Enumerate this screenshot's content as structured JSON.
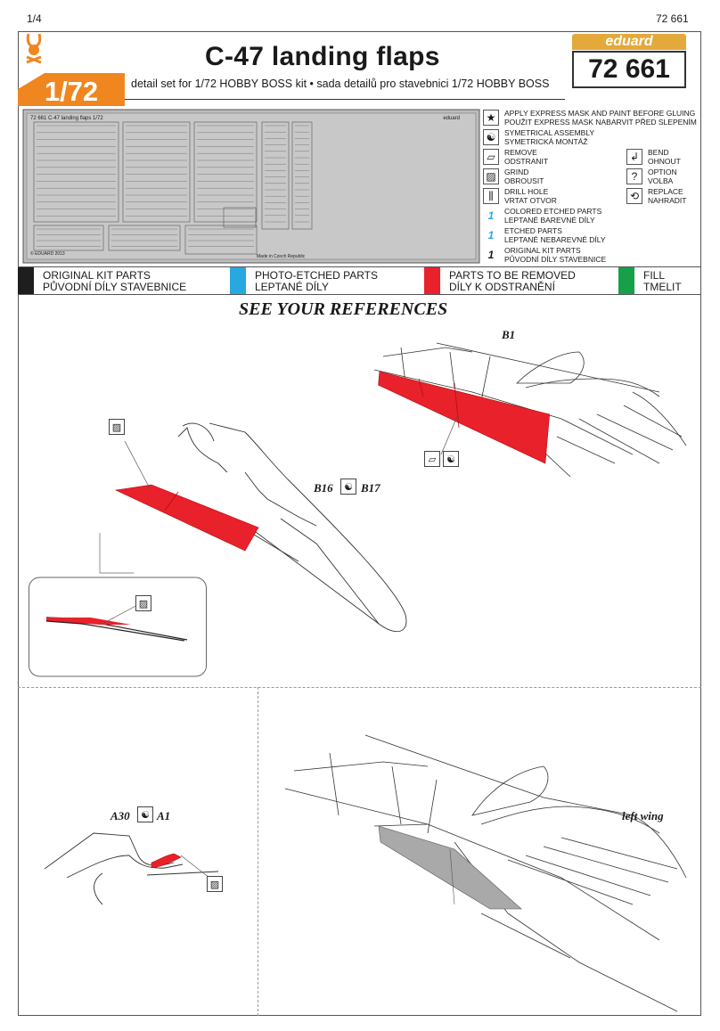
{
  "header": {
    "page": "1/4",
    "kit_number_top": "72 661",
    "title": "C-47 landing flaps",
    "scale": "1/72",
    "subtitle": "detail set for 1/72 HOBBY BOSS kit • sada detailů pro stavebnici 1/72 HOBBY BOSS",
    "brand": "eduard",
    "kit_number": "72 661"
  },
  "fret": {
    "label_left": "72 661  C-47 landing flaps  1/72",
    "label_right": "eduard",
    "copyright": "© EDUARD 2013",
    "note": "Made in Czech Republic"
  },
  "legend": {
    "items": [
      {
        "icon": "star-icon",
        "glyph": "★",
        "text": "APPLY EXPRESS MASK AND PAINT BEFORE GLUING\nPOUŽIT EXPRESS MASK NABARVIT PŘED SLEPENÍM"
      },
      {
        "icon": "yin-yang-icon",
        "glyph": "☯",
        "text": "SYMETRICAL ASSEMBLY\nSYMETRICKÁ MONTÁŽ"
      },
      {
        "icon": "remove-icon",
        "glyph": "▱",
        "text": "REMOVE\nODSTRANIT"
      },
      {
        "icon": "grind-icon",
        "glyph": "▨",
        "text": "GRIND\nOBROUSIT"
      },
      {
        "icon": "drill-icon",
        "glyph": "⫼",
        "text": "DRILL HOLE\nVRTAT OTVOR"
      },
      {
        "icon": "colored-etched-icon",
        "glyph": "1",
        "text": "COLORED ETCHED PARTS\nLEPTANÉ BAREVNÉ DÍLY"
      },
      {
        "icon": "etched-icon",
        "glyph": "1",
        "text": "ETCHED PARTS\nLEPTANÉ NEBAREVNÉ DÍLY"
      },
      {
        "icon": "kit-part-icon",
        "glyph": "1",
        "text": "ORIGINAL KIT PARTS\nPŮVODNÍ DÍLY STAVEBNICE"
      }
    ],
    "right_items": [
      {
        "icon": "bend-icon",
        "glyph": "↲",
        "text": "BEND\nOHNOUT"
      },
      {
        "icon": "option-icon",
        "glyph": "?",
        "text": "OPTION\nVOLBA"
      },
      {
        "icon": "replace-icon",
        "glyph": "⟲",
        "text": "REPLACE\nNAHRADIT"
      }
    ]
  },
  "color_bar": [
    {
      "color": "#1e1e1e",
      "line1": "ORIGINAL KIT PARTS",
      "line2": "PŮVODNÍ DÍLY STAVEBNICE"
    },
    {
      "color": "#29a8e0",
      "line1": "PHOTO-ETCHED PARTS",
      "line2": "LEPTANÉ DÍLY"
    },
    {
      "color": "#e8212a",
      "line1": "PARTS TO BE REMOVED",
      "line2": "DÍLY K ODSTRANĚNÍ"
    },
    {
      "color": "#16a04a",
      "line1": "FILL",
      "line2": "TMELIT"
    }
  ],
  "see_references": "SEE YOUR REFERENCES",
  "steps": {
    "b1": "B1",
    "b16": "B16",
    "b17": "B17",
    "a30": "A30",
    "a1": "A1",
    "left_wing": "left wing"
  },
  "colors": {
    "remove_red": "#e8212a",
    "pe_gray": "#a9a9a9",
    "accent_orange": "#f0861f",
    "brand_gold": "#e3a93a"
  }
}
